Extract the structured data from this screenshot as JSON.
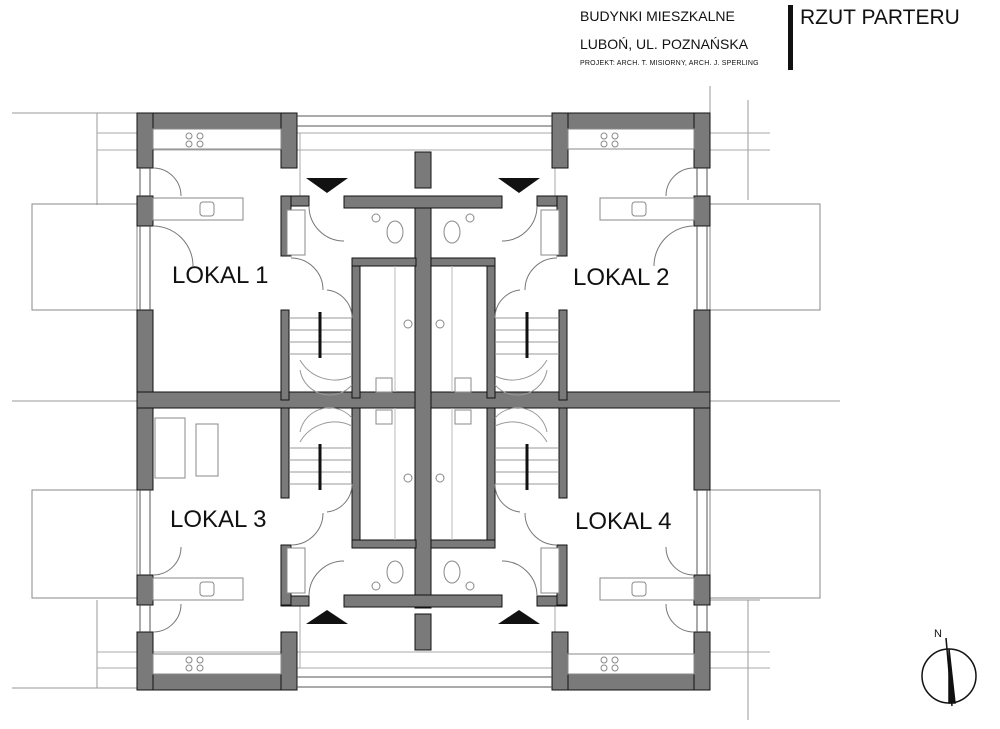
{
  "title_block": {
    "line1": "BUDYNKI MIESZKALNE",
    "line2": "LUBOŃ, UL. POZNAŃSKA",
    "line3": "PROJEKT:  ARCH.  T. MISIORNY,  ARCH. J. SPERLING",
    "title": "RZUT PARTERU"
  },
  "units": [
    {
      "label": "LOKAL 1"
    },
    {
      "label": "LOKAL 2"
    },
    {
      "label": "LOKAL 3"
    },
    {
      "label": "LOKAL 4"
    }
  ],
  "north": {
    "label": "N"
  },
  "colors": {
    "wall": "#7a7a7a",
    "line": "#111111",
    "thin": "#9a9a9a"
  }
}
